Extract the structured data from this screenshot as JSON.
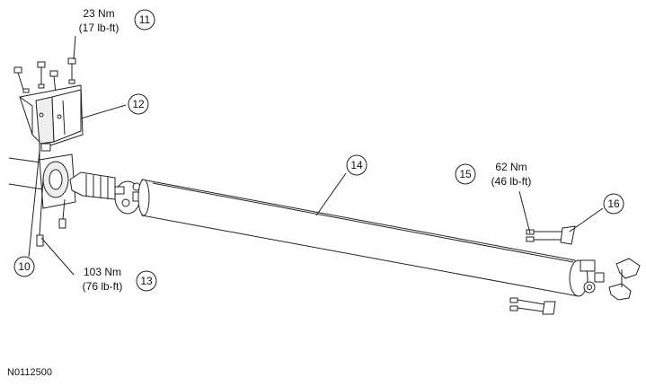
{
  "callouts": {
    "c10": {
      "number": "10"
    },
    "c11": {
      "number": "11",
      "torque_nm": "23 Nm",
      "torque_lbft": "(17 lb-ft)"
    },
    "c12": {
      "number": "12"
    },
    "c13": {
      "number": "13",
      "torque_nm": "103 Nm",
      "torque_lbft": "(76 lb-ft)"
    },
    "c14": {
      "number": "14"
    },
    "c15": {
      "number": "15",
      "torque_nm": "62 Nm",
      "torque_lbft": "(46 lb-ft)"
    },
    "c16": {
      "number": "16"
    }
  },
  "figure_id": "N0112500"
}
